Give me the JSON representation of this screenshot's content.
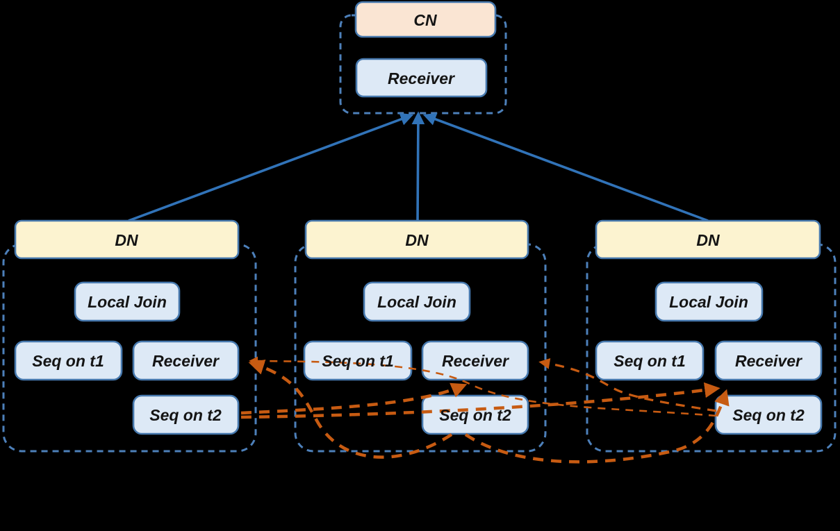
{
  "diagram": {
    "cn_group": {
      "title": "CN",
      "receiver_label": "Receiver"
    },
    "dn_groups": [
      {
        "title": "DN",
        "local_join_label": "Local Join",
        "seq_t1_label": "Seq on t1",
        "receiver_label": "Receiver",
        "seq_t2_label": "Seq on t2"
      },
      {
        "title": "DN",
        "local_join_label": "Local Join",
        "seq_t1_label": "Seq on t1",
        "receiver_label": "Receiver",
        "seq_t2_label": "Seq on t2"
      },
      {
        "title": "DN",
        "local_join_label": "Local Join",
        "seq_t1_label": "Seq on t1",
        "receiver_label": "Receiver",
        "seq_t2_label": "Seq on t2"
      }
    ],
    "edges": {
      "gather_to_cn": [
        {
          "from": "dn-left",
          "to": "cn-receiver",
          "style": "solid-blue-arrow"
        },
        {
          "from": "dn-middle",
          "to": "cn-receiver",
          "style": "solid-blue-arrow"
        },
        {
          "from": "dn-right",
          "to": "cn-receiver",
          "style": "solid-blue-arrow"
        }
      ],
      "redistribute_t2": [
        {
          "from": "dn-middle-seq-t2",
          "to": "dn-left-receiver",
          "style": "dashed-orange-arrow"
        },
        {
          "from": "dn-middle-seq-t2",
          "to": "dn-right-receiver",
          "style": "dashed-orange-arrow"
        },
        {
          "from": "dn-left-seq-t2",
          "to": "dn-middle-receiver",
          "style": "dashed-orange-arrow"
        },
        {
          "from": "dn-left-seq-t2",
          "to": "dn-right-receiver",
          "style": "dashed-orange-arrow"
        },
        {
          "from": "dn-right-seq-t2",
          "to": "dn-middle-receiver",
          "style": "dashed-orange-arrow"
        },
        {
          "from": "dn-right-seq-t2",
          "to": "dn-left-receiver",
          "style": "dashed-orange-arrow"
        }
      ]
    },
    "colors": {
      "background": "#000000",
      "box_border_blue": "#4678ad",
      "container_dash_blue": "#4d80ba",
      "gather_arrow_blue": "#3173b8",
      "redistribute_arrow_orange": "#c75b12",
      "cn_fill": "#fae5d3",
      "dn_fill": "#fcf3d0",
      "node_fill": "#dde9f6",
      "label_text": "#141414"
    }
  }
}
